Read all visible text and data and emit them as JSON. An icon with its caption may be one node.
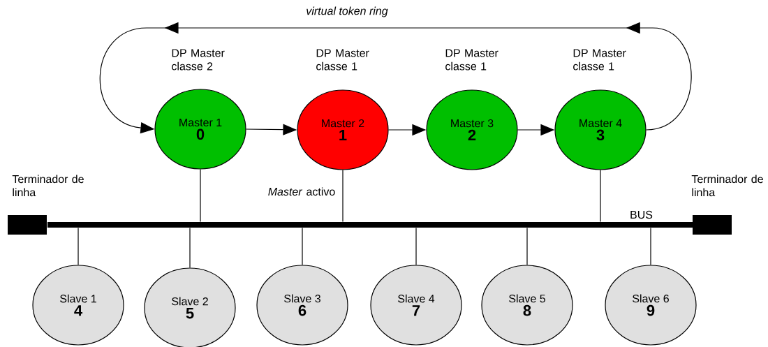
{
  "diagram": {
    "nodes": [
      {
        "text": [
          "Master 1",
          "0"
        ],
        "beside": [
          "DP Master classe 2"
        ]
      },
      {
        "text": [
          "Master 2",
          "1"
        ],
        "beside": [
          "DP Master classe 1",
          "*Master* activo"
        ]
      },
      {
        "text": [
          "Master 3",
          "2"
        ],
        "beside": [
          "DP Master classe 1"
        ]
      },
      {
        "text": [
          "Master 4",
          "3"
        ],
        "beside": [
          "DP Master classe 1"
        ]
      },
      {
        "text": [
          "Slave 1",
          "4"
        ]
      },
      {
        "text": [
          "Slave 2",
          "5"
        ]
      },
      {
        "text": [
          "Slave 3",
          "6"
        ]
      },
      {
        "text": [
          "Slave 4",
          "7"
        ]
      },
      {
        "text": [
          "Slave 5",
          "8"
        ]
      },
      {
        "text": [
          "Slave 6",
          "9"
        ]
      },
      {
        "text": [
          "BUS"
        ]
      },
      {
        "text": [
          "Terminador de linha"
        ]
      },
      {
        "text": [
          "Terminador de linha"
        ]
      }
    ],
    "edges": [
      {
        "from": 0,
        "to": 1,
        "arrow": "to"
      },
      {
        "from": 1,
        "to": 2,
        "arrow": "to"
      },
      {
        "from": 2,
        "to": 3,
        "arrow": "to"
      },
      {
        "from": 3,
        "to": 0,
        "arrow": "to",
        "label": "virtual token ring"
      },
      {
        "from": 0,
        "to": 10,
        "arrow": "none"
      },
      {
        "from": 1,
        "to": 10,
        "arrow": "none"
      },
      {
        "from": 3,
        "to": 10,
        "arrow": "none"
      },
      {
        "from": 10,
        "to": 4,
        "arrow": "none"
      },
      {
        "from": 10,
        "to": 5,
        "arrow": "none"
      },
      {
        "from": 10,
        "to": 6,
        "arrow": "none"
      },
      {
        "from": 10,
        "to": 7,
        "arrow": "none"
      },
      {
        "from": 10,
        "to": 8,
        "arrow": "none"
      },
      {
        "from": 10,
        "to": 9,
        "arrow": "none"
      }
    ]
  }
}
